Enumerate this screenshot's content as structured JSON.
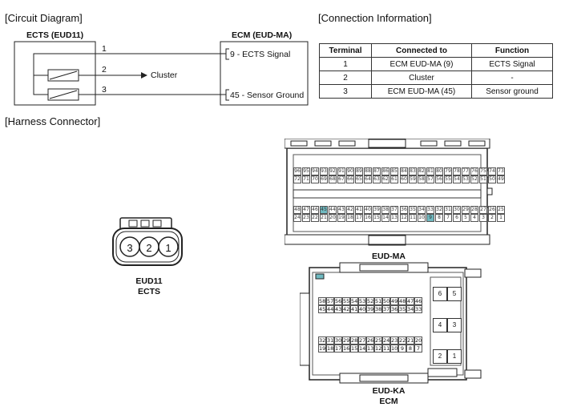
{
  "headings": {
    "circuit": "[Circuit Diagram]",
    "connection": "[Connection Information]",
    "harness": "[Harness Connector]"
  },
  "circuit": {
    "left_title": "ECTS (EUD11)",
    "right_title": "ECM (EUD-MA)",
    "wire1_num": "1",
    "wire2_num": "2",
    "wire3_num": "3",
    "cluster_label": "Cluster",
    "ecm_pin1": "9 - ECTS Signal",
    "ecm_pin2": "45 - Sensor Ground"
  },
  "table": {
    "headers": [
      "Terminal",
      "Connected to",
      "Function"
    ],
    "rows": [
      [
        "1",
        "ECM EUD-MA (9)",
        "ECTS Signal"
      ],
      [
        "2",
        "Cluster",
        "-"
      ],
      [
        "3",
        "ECM EUD-MA (45)",
        "Sensor ground"
      ]
    ]
  },
  "ects_connector": {
    "pins": [
      "3",
      "2",
      "1"
    ],
    "label_line1": "EUD11",
    "label_line2": "ECTS"
  },
  "eud_ma": {
    "label": "EUD-MA",
    "row1": [
      "96",
      "95",
      "94",
      "93",
      "92",
      "91",
      "90",
      "89",
      "88",
      "87",
      "86",
      "85",
      "84",
      "83",
      "82",
      "81",
      "80",
      "79",
      "78",
      "77",
      "76",
      "75",
      "74",
      "73"
    ],
    "row2": [
      "72",
      "71",
      "70",
      "69",
      "68",
      "67",
      "66",
      "65",
      "64",
      "63",
      "62",
      "61",
      "60",
      "59",
      "58",
      "57",
      "56",
      "55",
      "54",
      "53",
      "52",
      "51",
      "50",
      "49"
    ],
    "row3": [
      "48",
      "47",
      "46",
      "45",
      "44",
      "43",
      "42",
      "41",
      "40",
      "39",
      "38",
      "37",
      "36",
      "35",
      "34",
      "33",
      "32",
      "31",
      "30",
      "29",
      "28",
      "27",
      "26",
      "25"
    ],
    "row4": [
      "24",
      "23",
      "22",
      "21",
      "20",
      "19",
      "18",
      "17",
      "16",
      "15",
      "14",
      "13",
      "12",
      "11",
      "10",
      "9",
      "8",
      "7",
      "6",
      "5",
      "4",
      "3",
      "2",
      "1"
    ],
    "highlight": [
      "45",
      "9"
    ]
  },
  "eud_ka": {
    "label_line1": "EUD-KA",
    "label_line2": "ECM",
    "row1": [
      "58",
      "57",
      "56",
      "55",
      "54",
      "53",
      "52",
      "51",
      "50",
      "49",
      "48",
      "47",
      "46"
    ],
    "row2": [
      "45",
      "44",
      "43",
      "42",
      "41",
      "40",
      "39",
      "38",
      "37",
      "36",
      "35",
      "34",
      "33"
    ],
    "row3": [
      "32",
      "31",
      "30",
      "29",
      "28",
      "27",
      "26",
      "25",
      "24",
      "23",
      "22",
      "21",
      "20"
    ],
    "row4": [
      "19",
      "18",
      "17",
      "16",
      "15",
      "14",
      "13",
      "12",
      "11",
      "10",
      "9",
      "8",
      "7"
    ],
    "big_pins": [
      [
        "6",
        "5"
      ],
      [
        "4",
        "3"
      ],
      [
        "2",
        "1"
      ]
    ]
  }
}
